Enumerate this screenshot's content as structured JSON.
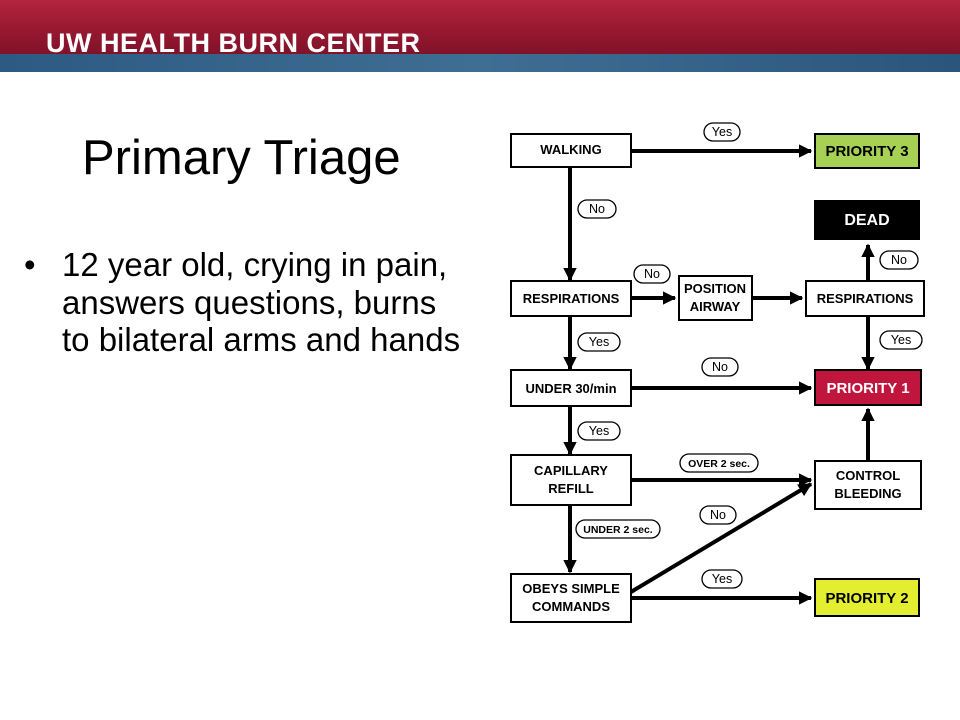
{
  "header": {
    "title": "UW HEALTH BURN CENTER",
    "colors": {
      "crimson": "#9b1b32",
      "stripe_blue": "#3a6a92"
    }
  },
  "slide": {
    "title": "Primary Triage",
    "bullet_text": "12 year old, crying in pain, answers questions, burns to bilateral arms and hands"
  },
  "flowchart": {
    "nodes": {
      "walking": [
        "WALKING"
      ],
      "respirations_1": [
        "RESPIRATIONS"
      ],
      "position_airway": [
        "POSITION",
        "AIRWAY"
      ],
      "respirations_2": [
        "RESPIRATIONS"
      ],
      "under_30": [
        "UNDER 30/min"
      ],
      "capillary_refill": [
        "CAPILLARY",
        "REFILL"
      ],
      "obeys_commands": [
        "OBEYS SIMPLE",
        "COMMANDS"
      ],
      "priority_3": [
        "PRIORITY 3"
      ],
      "dead": [
        "DEAD"
      ],
      "priority_1": [
        "PRIORITY 1"
      ],
      "control_bleeding": [
        "CONTROL",
        "BLEEDING"
      ],
      "priority_2": [
        "PRIORITY 2"
      ]
    },
    "edge_labels": {
      "walking_yes": "Yes",
      "walking_no": "No",
      "resp_no": "No",
      "resp_yes": "Yes",
      "resp2_no": "No",
      "resp2_yes": "Yes",
      "under30_no": "No",
      "under30_yes": "Yes",
      "cap_over": "OVER 2 sec.",
      "cap_under": "UNDER 2 sec.",
      "obeys_no": "No",
      "obeys_yes": "Yes"
    },
    "colors": {
      "priority_3": "#a6d154",
      "dead": "#000000",
      "priority_1": "#c0163e",
      "priority_2": "#e4ee31",
      "default_box": "#ffffff"
    }
  }
}
